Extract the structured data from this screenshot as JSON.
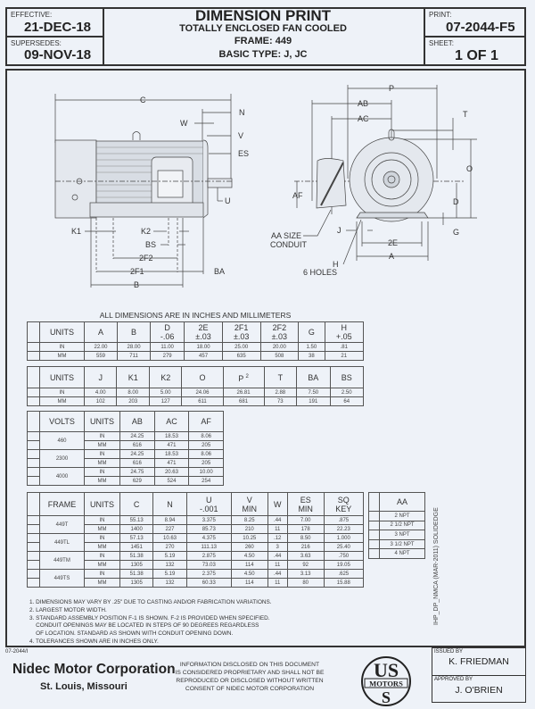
{
  "header": {
    "effective_label": "EFFECTIVE:",
    "effective_value": "21-DEC-18",
    "supersedes_label": "SUPERSEDES:",
    "supersedes_value": "09-NOV-18",
    "title": "DIMENSION PRINT",
    "subtitle": "TOTALLY ENCLOSED FAN COOLED",
    "frame": "FRAME:  449",
    "basic_type": "BASIC TYPE:  J, JC",
    "print_label": "PRINT:",
    "print_value": "07-2044-F5",
    "sheet_label": "SHEET:",
    "sheet_value": "1  OF  1"
  },
  "drawing": {
    "side": {
      "C": "C",
      "N": "N",
      "W": "W",
      "V": "V",
      "ES": "ES",
      "U": "U",
      "K1": "K1",
      "K2": "K2",
      "BS": "BS",
      "F2": "2F2",
      "F1": "2F1",
      "B": "B",
      "BA": "BA"
    },
    "end": {
      "P": "P",
      "AB": "AB",
      "AC": "AC",
      "T": "T",
      "O": "O",
      "D": "D",
      "AF": "AF",
      "conduit1": "AA SIZE",
      "conduit2": "CONDUIT",
      "J": "J",
      "E2": "2E",
      "A": "A",
      "G": "G",
      "H": "H",
      "holes": "6 HOLES"
    }
  },
  "caption": "ALL DIMENSIONS ARE IN INCHES AND MILLIMETERS",
  "table1": {
    "headers": [
      [
        "UNITS"
      ],
      [
        "A"
      ],
      [
        "B"
      ],
      [
        "D",
        "-.06"
      ],
      [
        "2E",
        "±.03"
      ],
      [
        "2F1",
        "±.03"
      ],
      [
        "2F2",
        "±.03"
      ],
      [
        "G"
      ],
      [
        "H",
        "+.05"
      ]
    ],
    "rows": [
      [
        "IN",
        "22.00",
        "28.00",
        "11.00",
        "18.00",
        "25.00",
        "20.00",
        "1.50",
        ".81"
      ],
      [
        "MM",
        "559",
        "711",
        "279",
        "457",
        "635",
        "508",
        "38",
        "21"
      ]
    ]
  },
  "table2": {
    "headers": [
      "UNITS",
      "J",
      "K1",
      "K2",
      "O",
      "P",
      "T",
      "BA",
      "BS"
    ],
    "p_note": "2",
    "rows": [
      [
        "IN",
        "4.00",
        "8.00",
        "5.00",
        "24.06",
        "26.81",
        "2.88",
        "7.50",
        "2.50"
      ],
      [
        "MM",
        "102",
        "203",
        "127",
        "611",
        "681",
        "73",
        "191",
        "64"
      ]
    ]
  },
  "table3": {
    "headers": [
      "VOLTS",
      "UNITS",
      "AB",
      "AC",
      "AF"
    ],
    "groups": [
      {
        "volts": "460",
        "rows": [
          [
            "IN",
            "24.25",
            "18.53",
            "8.06"
          ],
          [
            "MM",
            "616",
            "471",
            "205"
          ]
        ]
      },
      {
        "volts": "2300",
        "rows": [
          [
            "IN",
            "24.25",
            "18.53",
            "8.06"
          ],
          [
            "MM",
            "616",
            "471",
            "205"
          ]
        ]
      },
      {
        "volts": "4000",
        "rows": [
          [
            "IN",
            "24.75",
            "20.63",
            "10.00"
          ],
          [
            "MM",
            "629",
            "524",
            "254"
          ]
        ]
      }
    ]
  },
  "table4": {
    "headers": [
      [
        "FRAME"
      ],
      [
        "UNITS"
      ],
      [
        "C"
      ],
      [
        "N"
      ],
      [
        "U",
        "-.001"
      ],
      [
        "V",
        "MIN"
      ],
      [
        "W"
      ],
      [
        "ES",
        "MIN"
      ],
      [
        "SQ",
        "KEY"
      ]
    ],
    "groups": [
      {
        "frame": "449T",
        "rows": [
          [
            "IN",
            "55.13",
            "8.94",
            "3.375",
            "8.25",
            ".44",
            "7.00",
            ".875"
          ],
          [
            "MM",
            "1400",
            "227",
            "85.73",
            "210",
            "11",
            "178",
            "22.23"
          ]
        ]
      },
      {
        "frame": "449TL",
        "rows": [
          [
            "IN",
            "57.13",
            "10.63",
            "4.375",
            "10.25",
            ".12",
            "8.50",
            "1.000"
          ],
          [
            "MM",
            "1451",
            "270",
            "111.13",
            "260",
            "3",
            "216",
            "25.40"
          ]
        ]
      },
      {
        "frame": "449TM",
        "rows": [
          [
            "IN",
            "51.38",
            "5.19",
            "2.875",
            "4.50",
            ".44",
            "3.63",
            ".750"
          ],
          [
            "MM",
            "1305",
            "132",
            "73.03",
            "114",
            "11",
            "92",
            "19.05"
          ]
        ]
      },
      {
        "frame": "449TS",
        "rows": [
          [
            "IN",
            "51.38",
            "5.19",
            "2.375",
            "4.50",
            ".44",
            "3.13",
            ".625"
          ],
          [
            "MM",
            "1305",
            "132",
            "60.33",
            "114",
            "11",
            "80",
            "15.88"
          ]
        ]
      }
    ]
  },
  "table_aa": {
    "header": "AA",
    "rows": [
      "2 NPT",
      "2 1/2 NPT",
      "3 NPT",
      "3 1/2 NPT",
      "4 NPT"
    ]
  },
  "notes": [
    "1. DIMENSIONS MAY VARY BY .25\" DUE TO CASTING AND/OR FABRICATION VARIATIONS.",
    "2. LARGEST MOTOR WIDTH.",
    "3. STANDARD ASSEMBLY POSITION F-1 IS SHOWN. F-2 IS PROVIDED WHEN SPECIFIED.",
    "    CONDUIT OPENINGS MAY BE LOCATED IN STEPS OF 90 DEGREES REGARDLESS",
    "    OF LOCATION. STANDARD AS SHOWN WITH CONDUIT OPENING DOWN.",
    "4. TOLERANCES SHOWN ARE IN INCHES ONLY."
  ],
  "footer": {
    "doc_code": "07-2044/I",
    "company": "Nidec Motor Corporation",
    "location": "St. Louis, Missouri",
    "disclaimer": [
      "INFORMATION DISCLOSED ON THIS DOCUMENT",
      "IS CONSIDERED PROPRIETARY AND SHALL NOT BE",
      "REPRODUCED OR DISCLOSED WITHOUT WRITTEN",
      "CONSENT OF NIDEC MOTOR CORPORATION"
    ],
    "logo_text": "US MOTORS",
    "issued_label": "ISSUED BY",
    "issued_value": "K. FRIEDMAN",
    "approved_label": "APPROVED BY",
    "approved_value": "J. O'BRIEN",
    "side_text": "IHP_DP_NMCA (MAR-2011) SOLIDEDGE"
  }
}
